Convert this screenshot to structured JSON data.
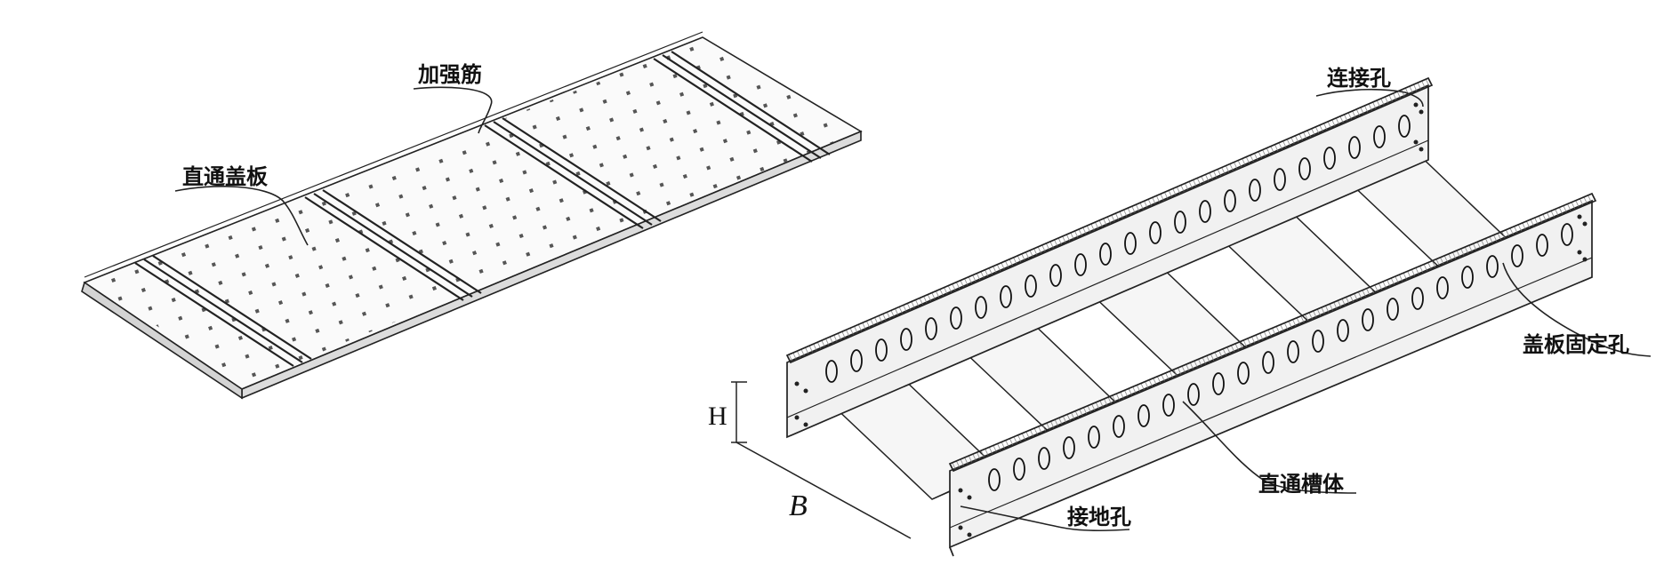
{
  "labels": {
    "reinforcing_rib": "加强筋",
    "straight_cover": "直通盖板",
    "connection_hole": "连接孔",
    "cover_fixing_hole": "盖板固定孔",
    "straight_trough_body": "直通槽体",
    "grounding_hole": "接地孔"
  },
  "dimensions": {
    "height": "H",
    "width": "B"
  }
}
